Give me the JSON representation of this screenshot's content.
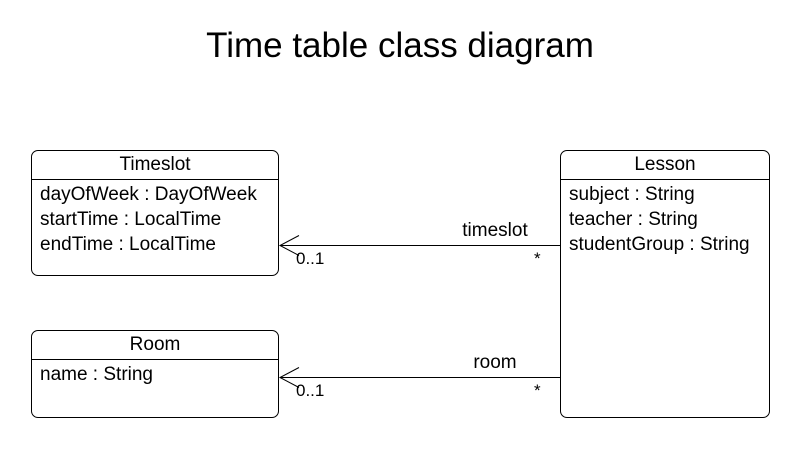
{
  "title": "Time table class diagram",
  "colors": {
    "background": "#ffffff",
    "stroke": "#000000",
    "text": "#000000"
  },
  "classes": [
    {
      "name": "Timeslot",
      "attributes": [
        "dayOfWeek : DayOfWeek",
        "startTime : LocalTime",
        "endTime : LocalTime"
      ]
    },
    {
      "name": "Room",
      "attributes": [
        "name : String"
      ]
    },
    {
      "name": "Lesson",
      "attributes": [
        "subject : String",
        "teacher : String",
        "studentGroup : String"
      ]
    }
  ],
  "associations": [
    {
      "label": "timeslot",
      "from": "Lesson",
      "to": "Timeslot",
      "source_multiplicity": "*",
      "target_multiplicity": "0..1",
      "arrow": "open-arrowhead-at-target"
    },
    {
      "label": "room",
      "from": "Lesson",
      "to": "Room",
      "source_multiplicity": "*",
      "target_multiplicity": "0..1",
      "arrow": "open-arrowhead-at-target"
    }
  ]
}
